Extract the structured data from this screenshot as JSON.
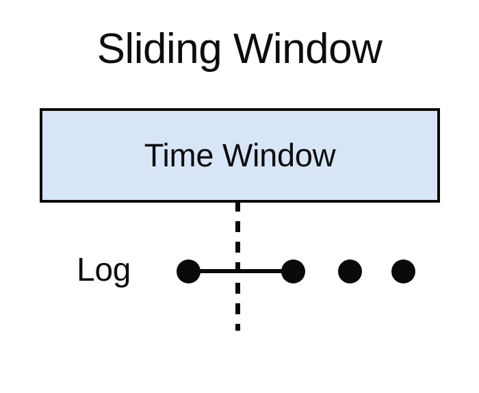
{
  "diagram": {
    "title": "Sliding Window",
    "background_color": "#ffffff",
    "stroke_color": "#0a0a0a",
    "text_color": "#0d0d0d"
  },
  "window_box": {
    "label": "Time Window",
    "fill_color": "#d8e5f7",
    "border_color": "#0a0a0a"
  },
  "boundary_marker": {
    "name": "window-boundary",
    "style": "dashed",
    "color": "#0a0a0a"
  },
  "log": {
    "label": "Log",
    "events": [
      {
        "id": "event-1",
        "inside_window": true
      },
      {
        "id": "event-2",
        "inside_window": true
      },
      {
        "id": "event-3",
        "inside_window": false
      },
      {
        "id": "event-4",
        "inside_window": false
      }
    ],
    "links": [
      {
        "from": "event-1",
        "to": "event-2"
      }
    ]
  }
}
